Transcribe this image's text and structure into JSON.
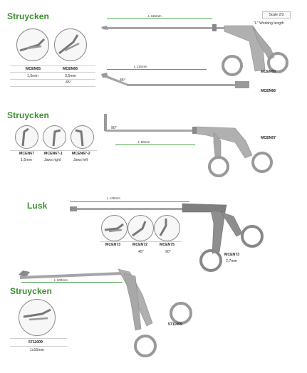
{
  "colors": {
    "heading": "#3a8f2f",
    "dimension_line": "#4ca24c",
    "steel": "#9a9a9a"
  },
  "sections": [
    {
      "heading": "Struycken",
      "codes": [
        "MCEN65",
        "MCEN66"
      ],
      "sizes": [
        "1,5mm",
        "3,5mm"
      ],
      "angle": "45°",
      "dim_length": "L 115mm",
      "dim_length_2": "L 115mm",
      "angle_label": "45°",
      "scale": "Scale 2/3",
      "working_length": "\"L\" Working length",
      "instrument_labels": [
        "MCEN65",
        "MCEN66"
      ]
    },
    {
      "heading": "Struycken",
      "codes": [
        "MCEN67",
        "MCEN67-1",
        "MCEN67-2"
      ],
      "notes": [
        "1,5mm",
        "Jaws right",
        "Jaws left"
      ],
      "dim_length": "L 90mm",
      "angle_label": "90°",
      "instrument_label": "MCEN67"
    },
    {
      "heading": "Lusk",
      "codes": [
        "MCEN73",
        "MCEN72",
        "MCEN75"
      ],
      "angles": [
        "45°",
        "90°"
      ],
      "dim_length": "L 125mm",
      "instrument_label": "MCEN73",
      "size": "2,7mm"
    },
    {
      "heading": "Struycken",
      "code": "5711009",
      "size": "1x15mm",
      "dim_length": "L 100mm",
      "instrument_label": "5711009"
    }
  ]
}
